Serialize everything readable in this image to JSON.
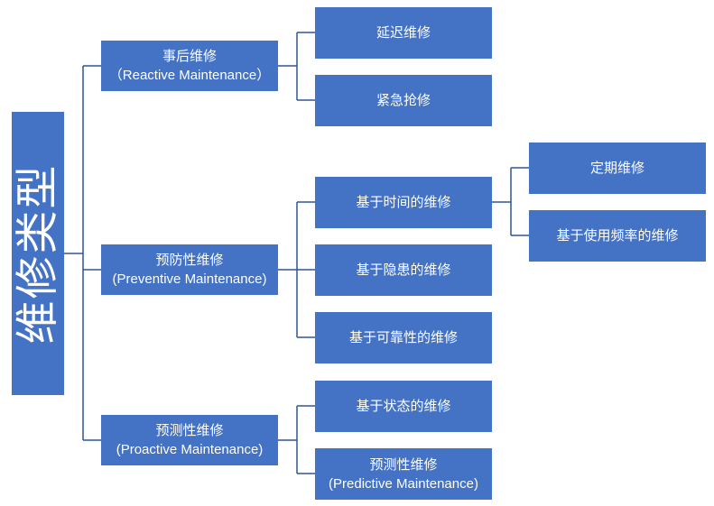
{
  "root": {
    "label": "维修类型"
  },
  "level1": [
    {
      "label": "事后维修",
      "sub": "（Reactive Maintenance）"
    },
    {
      "label": "预防性维修",
      "sub": "(Preventive Maintenance)"
    },
    {
      "label": "预测性维修",
      "sub": "(Proactive Maintenance)"
    }
  ],
  "level2": [
    {
      "label": "延迟维修"
    },
    {
      "label": "紧急抢修"
    },
    {
      "label": "基于时间的维修"
    },
    {
      "label": "基于隐患的维修"
    },
    {
      "label": "基于可靠性的维修"
    },
    {
      "label": "基于状态的维修"
    },
    {
      "label": "预测性维修",
      "sub": "(Predictive Maintenance)"
    }
  ],
  "level3": [
    {
      "label": "定期维修"
    },
    {
      "label": "基于使用频率的维修"
    }
  ],
  "colors": {
    "box": "#4472c4",
    "connector": "#2f5597",
    "text": "#ffffff"
  }
}
